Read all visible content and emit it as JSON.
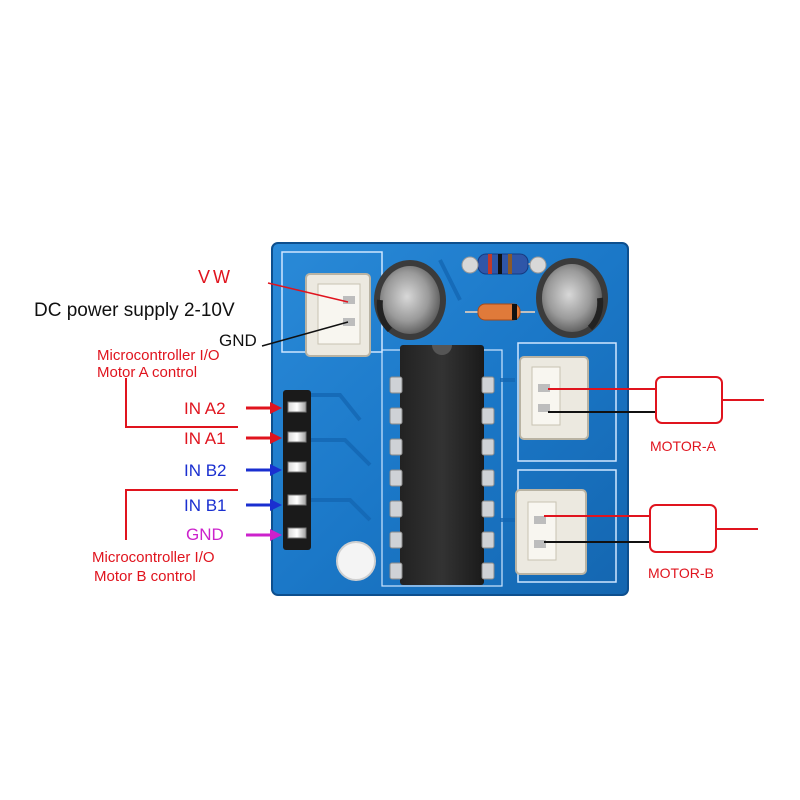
{
  "labels": {
    "vw": "VW",
    "dc_power": "DC power supply 2-10V",
    "gnd_power": "GND",
    "mcu_a_line1": "Microcontroller I/O",
    "mcu_a_line2": "Motor A control",
    "in_a2": "IN A2",
    "in_a1": "IN A1",
    "in_b2": "IN B2",
    "in_b1": "IN B1",
    "gnd_pin": "GND",
    "mcu_b_line1": "Microcontroller I/O",
    "mcu_b_line2": "Motor B control",
    "motor_a": "MOTOR-A",
    "motor_b": "MOTOR-B"
  },
  "colors": {
    "red": "#e0141e",
    "blue": "#1a2fd0",
    "magenta": "#cc22cc",
    "black": "#111111",
    "pcb": "#1b78c8",
    "pcb_dark": "#0f5aa0"
  }
}
